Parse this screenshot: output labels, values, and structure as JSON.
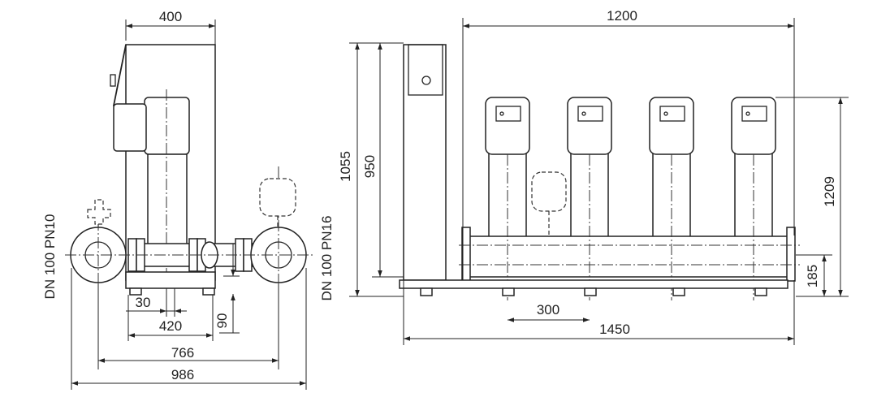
{
  "dimensions": {
    "side_width": "400",
    "flange_offset": "30",
    "base_width": "420",
    "height_90": "90",
    "width_766": "766",
    "width_986": "986",
    "label_dn100_pn10": "DN 100 PN10",
    "label_dn100_pn16": "DN 100 PN16",
    "height_1055": "1055",
    "height_950": "950",
    "length_1200": "1200",
    "height_1209": "1209",
    "height_185": "185",
    "pitch_300": "300",
    "length_1450": "1450"
  }
}
